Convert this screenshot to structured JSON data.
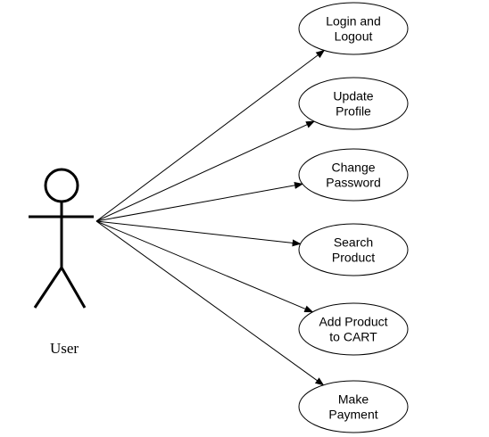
{
  "actor": {
    "label": "User"
  },
  "use_cases": [
    {
      "id": "login",
      "lines": [
        "Login and",
        "Logout"
      ]
    },
    {
      "id": "update-profile",
      "lines": [
        "Update",
        "Profile"
      ]
    },
    {
      "id": "change-password",
      "lines": [
        "Change",
        "Password"
      ]
    },
    {
      "id": "search-product",
      "lines": [
        "Search",
        "Product"
      ]
    },
    {
      "id": "add-to-cart",
      "lines": [
        "Add Product",
        "to CART"
      ]
    },
    {
      "id": "make-payment",
      "lines": [
        "Make",
        "Payment"
      ]
    }
  ],
  "associations": [
    {
      "from": "actor",
      "to": "login"
    },
    {
      "from": "actor",
      "to": "update-profile"
    },
    {
      "from": "actor",
      "to": "change-password"
    },
    {
      "from": "actor",
      "to": "search-product"
    },
    {
      "from": "actor",
      "to": "add-to-cart"
    },
    {
      "from": "actor",
      "to": "make-payment"
    }
  ],
  "colors": {
    "stroke": "#000000",
    "background": "#ffffff"
  }
}
